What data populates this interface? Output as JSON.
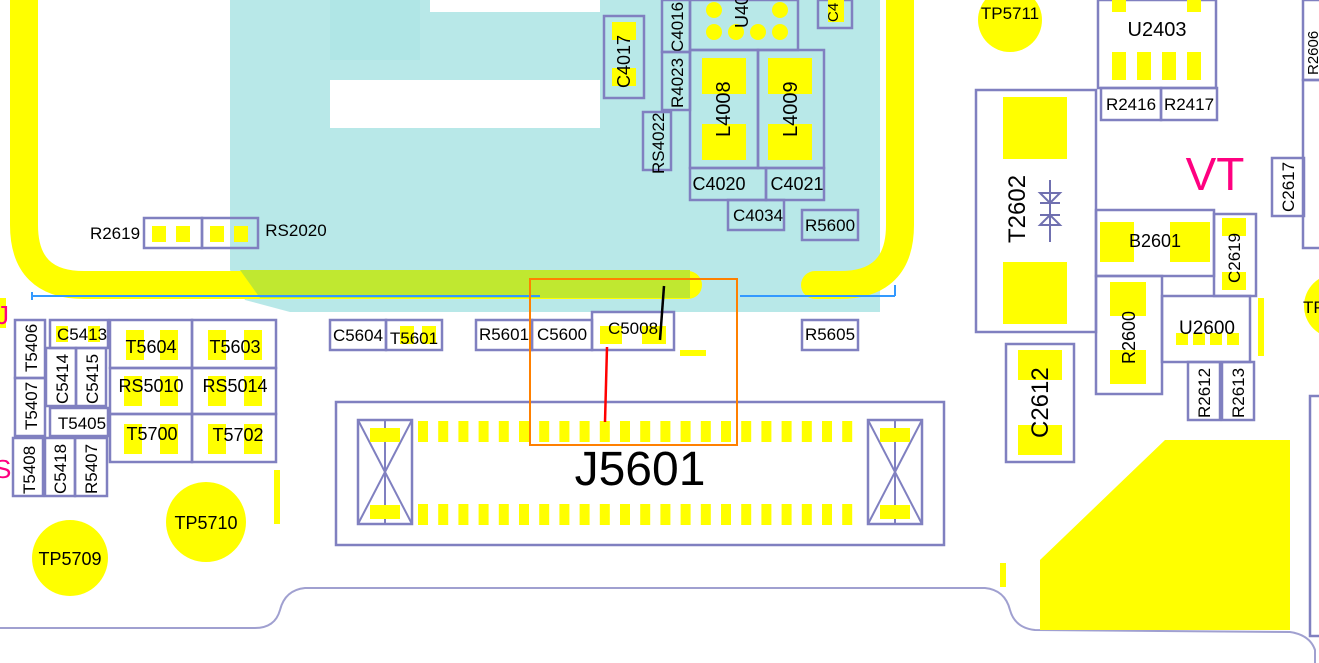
{
  "board": {
    "net_label": "VT",
    "connector": "J5601",
    "labels": {
      "TP5711": "TP5711",
      "U2403": "U2403",
      "R2416": "R2416",
      "R2417": "R2417",
      "T2602": "T2602",
      "B2601": "B2601",
      "C2619": "C2619",
      "C2617": "C2617",
      "R2600": "R2600",
      "U2600": "U2600",
      "C2612": "C2612",
      "R2612": "R2612",
      "R2613": "R2613",
      "C4017": "C4017",
      "C4016": "C4016",
      "R4023": "R4023",
      "RS4022": "RS4022",
      "L4008": "L4008",
      "L4009": "L4009",
      "C4020": "C4020",
      "C4021": "C4021",
      "C4034": "C4034",
      "R5600": "R5600",
      "R5605": "R5605",
      "R2619": "R2619",
      "RS2020": "RS2020",
      "C5604": "C5604",
      "T5601": "T5601",
      "R5601": "R5601",
      "C5600": "C5600",
      "C5008": "C5008",
      "C5413": "C5413",
      "T5406": "T5406",
      "T5604": "T5604",
      "T5603": "T5603",
      "C5414": "C5414",
      "C5415": "C5415",
      "RS5010": "RS5010",
      "RS5014": "RS5014",
      "T5407": "T5407",
      "T5405": "T5405",
      "T5700": "T5700",
      "T5702": "T5702",
      "T5408": "T5408",
      "C5418": "C5418",
      "R5407": "R5407",
      "TP5710": "TP5710",
      "TP5709": "TP5709",
      "U40": "U40",
      "R2606": "R2606",
      "C4": "C4",
      "TP": "TP",
      "J": "J",
      "S": "S"
    },
    "colors": {
      "pad": "#ffff00",
      "outline": "#8080c0",
      "trace": "#b0e6e6",
      "net_label": "#ff0080",
      "highlight": "#ff8000",
      "probe": "#ff0000"
    }
  }
}
